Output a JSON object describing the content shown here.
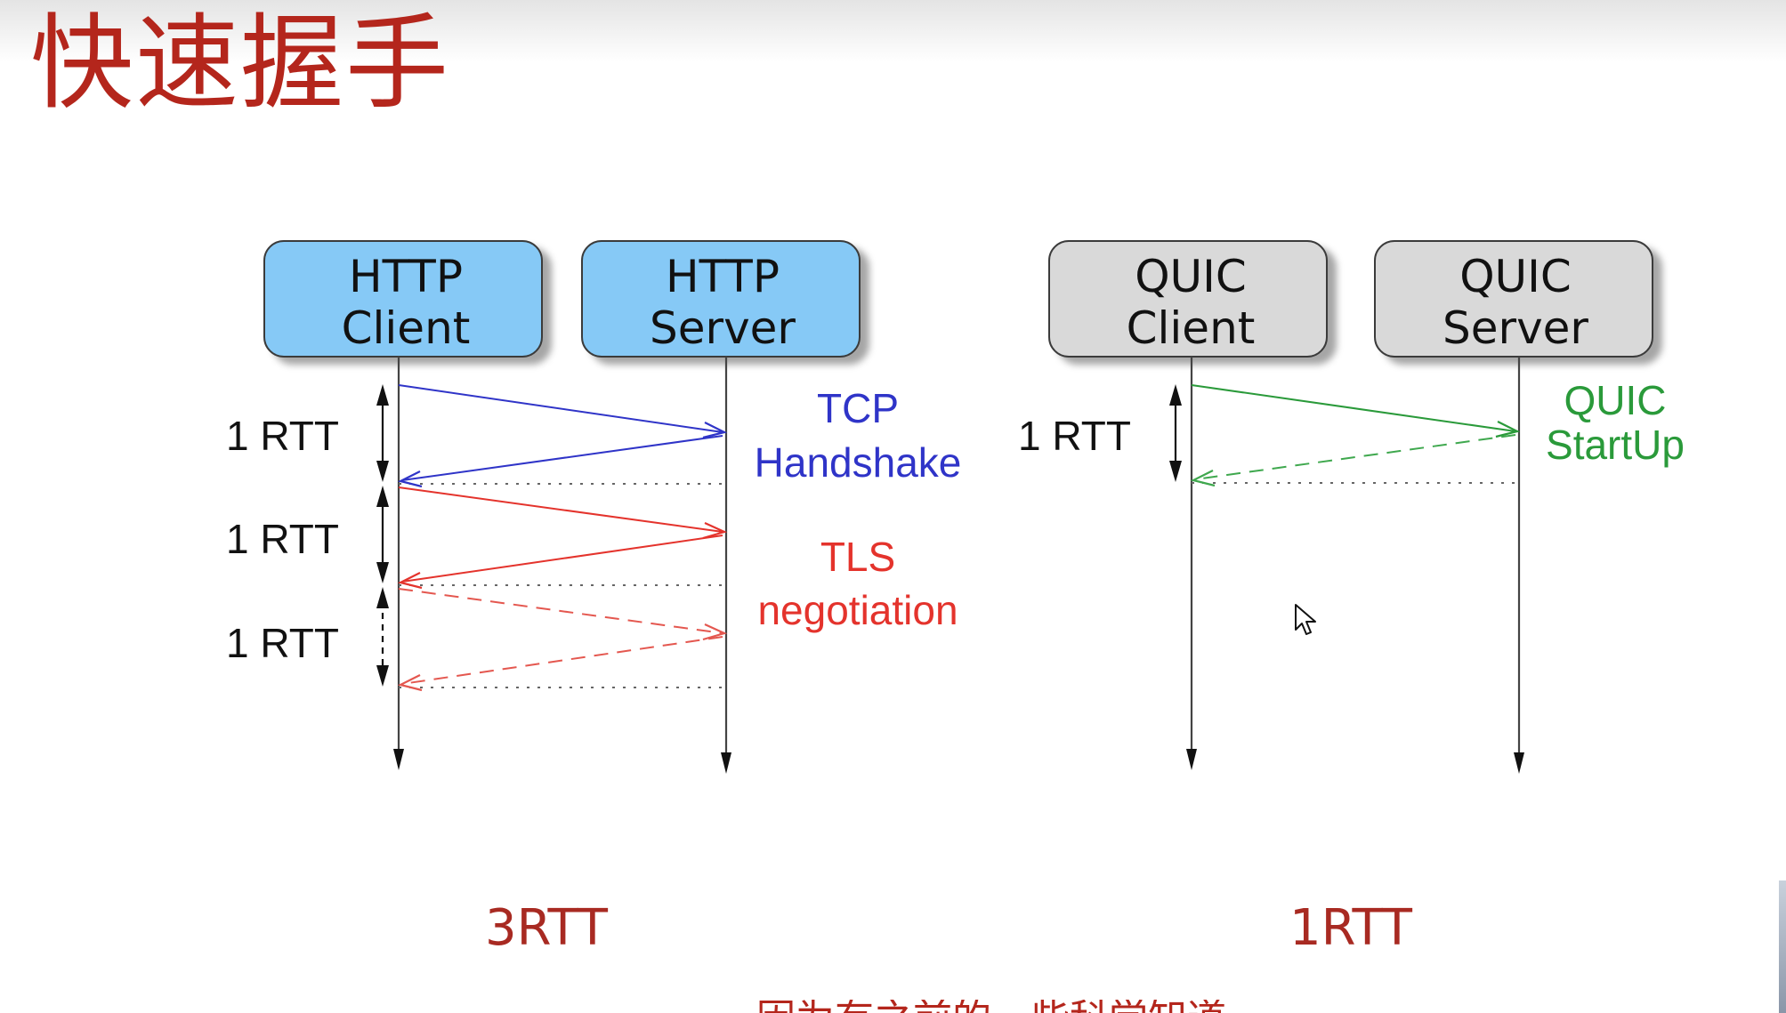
{
  "title": "快速握手",
  "http": {
    "client_line1": "HTTP",
    "client_line2": "Client",
    "server_line1": "HTTP",
    "server_line2": "Server",
    "rtt_labels": [
      "1 RTT",
      "1 RTT",
      "1 RTT"
    ],
    "tcp_line1": "TCP",
    "tcp_line2": "Handshake",
    "tls_line1": "TLS",
    "tls_line2": "negotiation",
    "total": "3RTT"
  },
  "quic": {
    "client_line1": "QUIC",
    "client_line2": "Client",
    "server_line1": "QUIC",
    "server_line2": "Server",
    "rtt_label": "1 RTT",
    "startup_line1": "QUIC",
    "startup_line2": "StartUp",
    "total": "1RTT"
  },
  "caption_partial": "因为有之前的一些科学知道",
  "colors": {
    "title": "#b4261c",
    "http_box": "#86c9f6",
    "quic_box": "#d9d9d9",
    "tcp": "#2f34c8",
    "tls": "#e4332c",
    "quic_startup": "#2a9a3a",
    "total": "#a82a22"
  },
  "icons": {
    "cursor": "mouse-pointer-icon",
    "arrow": "arrowhead-icon"
  }
}
